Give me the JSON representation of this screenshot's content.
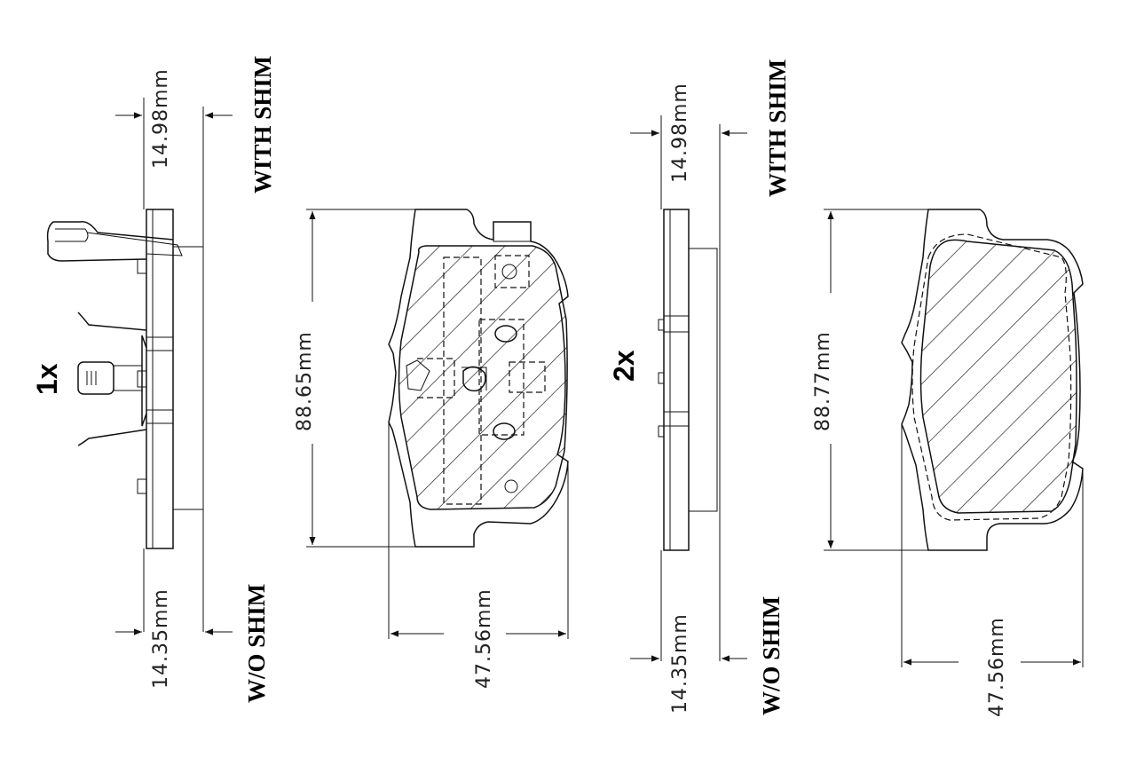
{
  "left_pad": {
    "quantity": "1x",
    "with_shim_label": "WITH SHIM",
    "without_shim_label": "W/O SHIM",
    "thickness_with_shim": "14.98mm",
    "thickness_without_shim": "14.35mm",
    "length": "88.65mm",
    "height": "47.56mm"
  },
  "right_pad": {
    "quantity": "2x",
    "with_shim_label": "WITH SHIM",
    "without_shim_label": "W/O SHIM",
    "thickness_with_shim": "14.98mm",
    "thickness_without_shim": "14.35mm",
    "length": "88.77mm",
    "height": "47.56mm"
  }
}
